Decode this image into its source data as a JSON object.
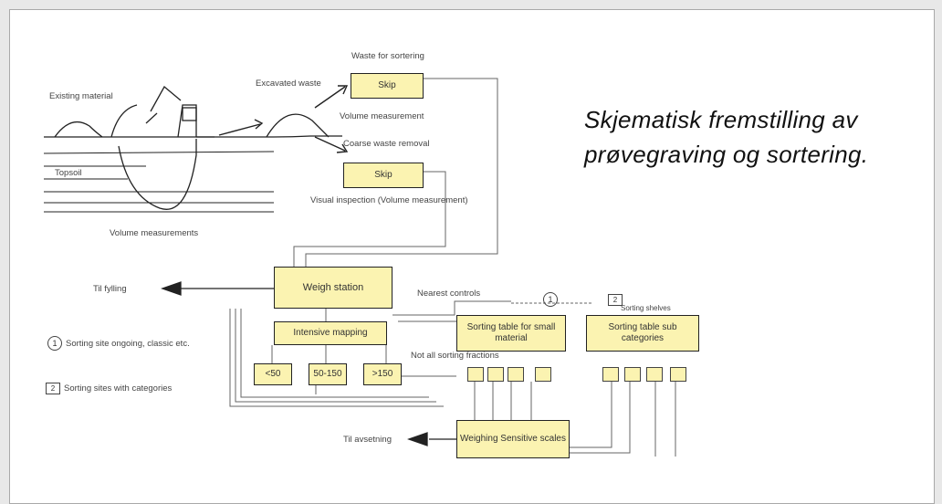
{
  "caption": {
    "line1": "Skjematisk fremstilling av",
    "line2": "prøvegraving og sortering."
  },
  "labels": {
    "existing_material": "Existing material",
    "topsoil": "Topsoil",
    "volume_measurements": "Volume measurements",
    "excavated_waste": "Excavated waste",
    "waste_for_sorting": "Waste for sortering",
    "volume_measurement": "Volume measurement",
    "coarse_waste_removal": "Coarse waste removal",
    "visual_inspection": "Visual inspection (Volume measurement)",
    "to_landfill": "Til fylling",
    "to_recycling": "Til avsetning",
    "nearest_controls": "Nearest controls",
    "circle_legend": "Sorting site ongoing, classic etc.",
    "square_legend": "Sorting sites with categories",
    "circle_1": "1",
    "square_2": "2",
    "small_2_caption": "Sorting shelves",
    "to_be_sorted": "Not all sorting fractions"
  },
  "boxes": {
    "skip_1": "Skip",
    "skip_2": "Skip",
    "weigh_station": "Weigh station",
    "intensive_sorting": "Intensive mapping",
    "fraction_a": "<50",
    "fraction_b": "50-150",
    "fraction_c": ">150",
    "sorting_table": "Sorting table for small material",
    "sorting_table_categories": "Sorting table sub categories",
    "weighing_scales": "Weighing Sensitive scales"
  }
}
